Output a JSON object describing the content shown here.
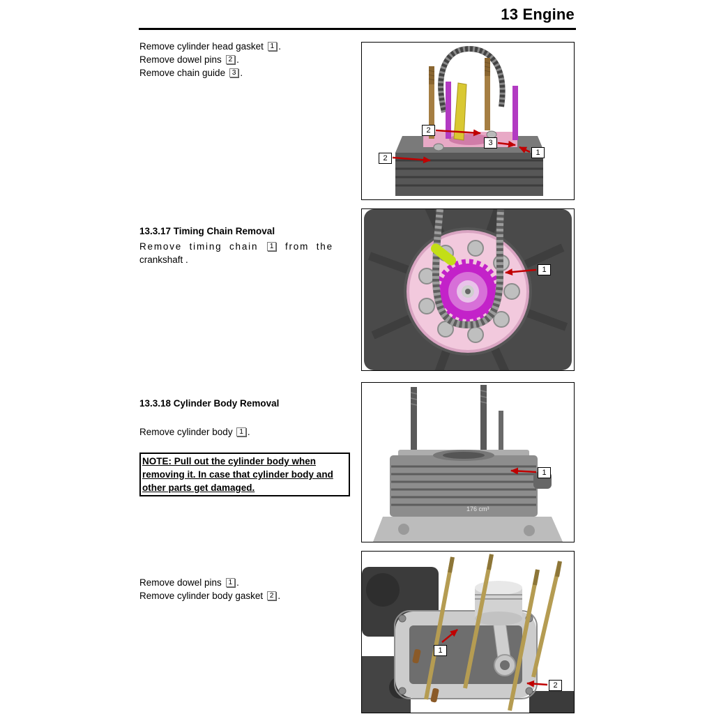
{
  "header": {
    "title": "13 Engine"
  },
  "steps_head_gasket": {
    "lines": [
      {
        "text": "Remove cylinder head gasket",
        "num": "1",
        "suffix": "."
      },
      {
        "text": "Remove dowel pins",
        "num": "2",
        "suffix": "."
      },
      {
        "text": "Remove chain guide",
        "num": "3",
        "suffix": "."
      }
    ]
  },
  "timing_chain": {
    "heading": "13.3.17 Timing Chain Removal",
    "line1_text": "Remove timing chain",
    "line1_num": "1",
    "line1_suffix": "from the",
    "line2": "crankshaft ."
  },
  "cylinder_body": {
    "heading": "13.3.18 Cylinder Body Removal",
    "step_text": "Remove cylinder body",
    "step_num": "1",
    "step_suffix": ".",
    "note": "NOTE: Pull out the cylinder body when removing it. In case that cylinder body and other parts get damaged."
  },
  "steps_body_gasket": {
    "lines": [
      {
        "text": "Remove dowel pins",
        "num": "1",
        "suffix": "."
      },
      {
        "text": "Remove cylinder body gasket",
        "num": "2",
        "suffix": "."
      }
    ]
  },
  "figures": {
    "fig1": {
      "callouts": [
        "2",
        "3",
        "2",
        "1"
      ]
    },
    "fig2": {
      "callouts": [
        "1"
      ]
    },
    "fig3": {
      "callouts": [
        "1"
      ],
      "engine_label": "176 cm³"
    },
    "fig4": {
      "callouts": [
        "1",
        "2"
      ]
    }
  },
  "colors": {
    "arrow_red": "#c00000",
    "sprocket_magenta": "#c322c9",
    "clutch_pink": "#f2c9dd",
    "gasket_pink": "#e8a9c6",
    "chain_guide_yellow": "#d9c832",
    "tensioner_green": "#c3de17",
    "stud_brown": "#a57e42",
    "stud_gold": "#b59c52",
    "dowel_purple": "#b23ac2"
  }
}
